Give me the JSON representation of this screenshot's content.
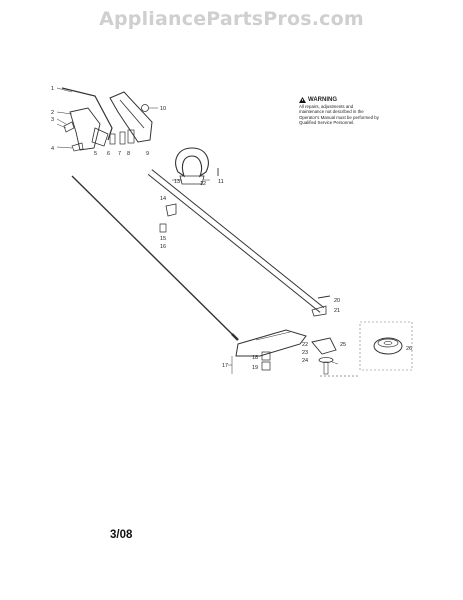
{
  "watermark": "AppliancePartsPros.com",
  "warning": {
    "title": "WARNING",
    "body": "All repairs, adjustments and maintenance not described in the Operator's Manual must be performed by Qualified Service Personnel."
  },
  "page_code": "3/08",
  "callouts": [
    "1",
    "2",
    "3",
    "4",
    "5",
    "6",
    "7",
    "8",
    "9",
    "10",
    "11",
    "12",
    "13",
    "14",
    "15",
    "16",
    "17",
    "18",
    "19",
    "20",
    "21",
    "22",
    "23",
    "24",
    "25",
    "26"
  ],
  "colors": {
    "watermark": "#cfcfcf",
    "ink": "#333333"
  }
}
